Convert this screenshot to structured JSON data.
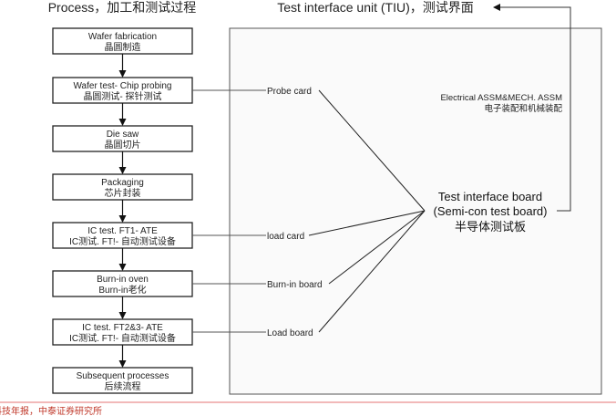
{
  "titles": {
    "process": "Process，加工和测试过程",
    "tiu": "Test interface unit (TIU)，测试界面"
  },
  "steps": [
    {
      "en": "Wafer fabrication",
      "zh": "晶圆制造"
    },
    {
      "en": "Wafer test- Chip probing",
      "zh": "晶圆测试- 探针测试"
    },
    {
      "en": "Die saw",
      "zh": "晶圆切片"
    },
    {
      "en": "Packaging",
      "zh": "芯片封装"
    },
    {
      "en": "IC test. FT1- ATE",
      "zh": "IC测试. FT!- 自动测试设备"
    },
    {
      "en": "Burn-in oven",
      "zh": "Burn-in老化"
    },
    {
      "en": "IC test. FT2&3- ATE",
      "zh": "IC测试. FT!- 自动测试设备"
    },
    {
      "en": "Subsequent processes",
      "zh": "后续流程"
    }
  ],
  "connectors": [
    {
      "label": "Probe card",
      "step": 1
    },
    {
      "label": "load card",
      "step": 4
    },
    {
      "label": "Burn-in board",
      "step": 5
    },
    {
      "label": "Load board",
      "step": 6
    }
  ],
  "assembly": {
    "en": "Electrical ASSM&MECH. ASSM",
    "zh": "电子装配和机械装配"
  },
  "board": {
    "line1": "Test interface board",
    "line2": "(Semi-con test board)",
    "line3": "半导体测试板"
  },
  "footer": "科技年报，中泰证券研究所",
  "colors": {
    "footer": "#c0392b"
  }
}
